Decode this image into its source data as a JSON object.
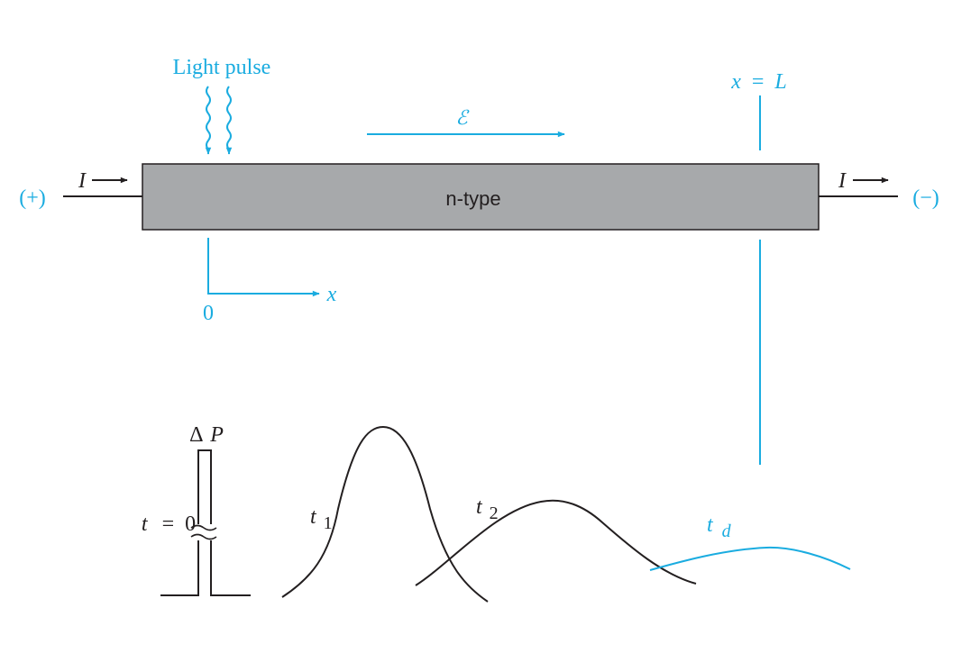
{
  "colors": {
    "accent": "#1aace0",
    "ink": "#231f20",
    "bar_fill": "#a7a9ab"
  },
  "bar": {
    "label": "n-type"
  },
  "light": {
    "label": "Light pulse"
  },
  "field": {
    "symbol": "ℰ"
  },
  "current": {
    "left_symbol": "I",
    "right_symbol": "I",
    "left_terminal": "(+)",
    "right_terminal": "(−)"
  },
  "axis": {
    "x_label": "x",
    "origin_label": "0"
  },
  "position_marker": {
    "x_var": "x",
    "equals": "=",
    "L_var": "L"
  },
  "pulses": {
    "delta_symbol": "Δ",
    "P_var": "P",
    "t0_var": "t",
    "t0_rest": "=  0",
    "t1_var": "t",
    "t1_sub": "1",
    "t2_var": "t",
    "t2_sub": "2",
    "td_var": "t",
    "td_sub": "d"
  }
}
